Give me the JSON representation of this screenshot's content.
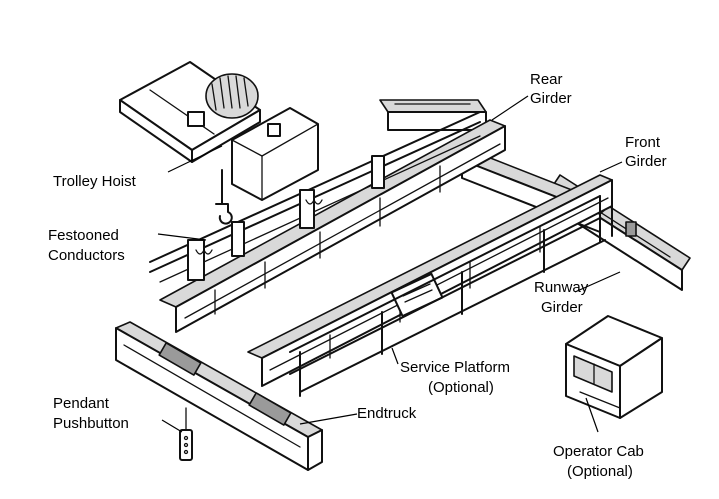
{
  "labels": {
    "rear_girder": [
      "Rear",
      "Girder"
    ],
    "front_girder": [
      "Front",
      "Girder"
    ],
    "trolley_hoist": [
      "Trolley Hoist"
    ],
    "festooned_conductors": [
      "Festooned",
      "Conductors"
    ],
    "runway_girder": [
      "Runway",
      "Girder"
    ],
    "service_platform": [
      "Service Platform",
      "(Optional)"
    ],
    "pendant_pushbutton": [
      "Pendant",
      "Pushbutton"
    ],
    "endtruck": [
      "Endtruck"
    ],
    "operator_cab": [
      "Operator Cab",
      "(Optional)"
    ]
  },
  "colors": {
    "ink": "#111111",
    "background": "#ffffff",
    "shade": "#9a9a9a"
  }
}
